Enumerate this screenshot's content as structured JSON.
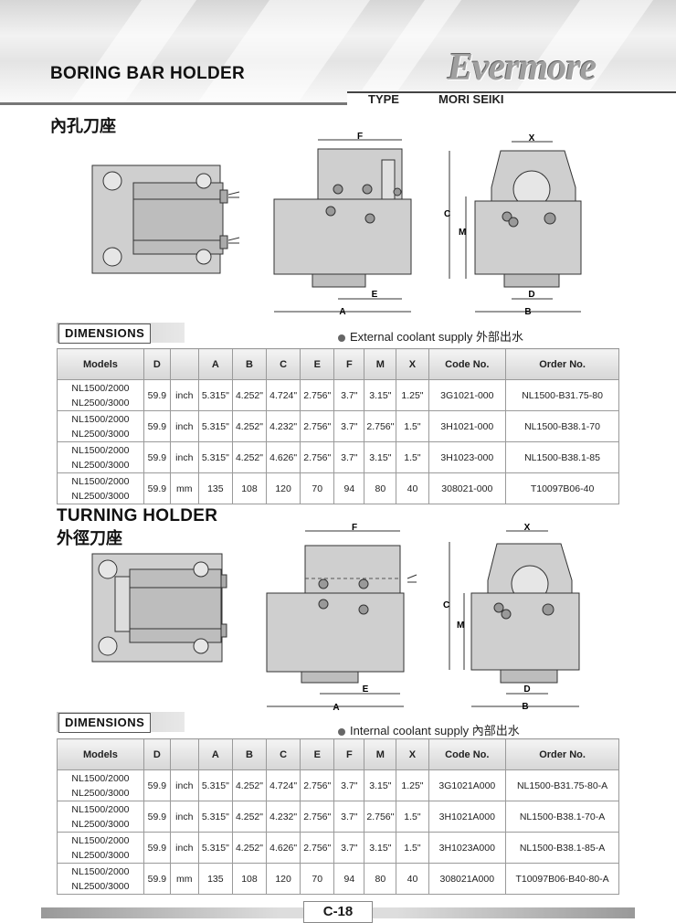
{
  "header": {
    "title": "BORING BAR HOLDER",
    "logo": "Evermore",
    "type_label": "TYPE",
    "type_value": "MORI SEIKI"
  },
  "section1": {
    "chinese_title": "內孔刀座",
    "dimensions_label": "DIMENSIONS",
    "coolant": "External coolant supply 外部出水",
    "columns": [
      "Models",
      "D",
      "",
      "A",
      "B",
      "C",
      "E",
      "F",
      "M",
      "X",
      "Code No.",
      "Order No."
    ],
    "rows": [
      {
        "m1": "NL1500/2000",
        "m2": "NL2500/3000",
        "d": "59.9",
        "unit": "inch",
        "a": "5.315\"",
        "b": "4.252\"",
        "c": "4.724\"",
        "e": "2.756\"",
        "f": "3.7\"",
        "mm": "3.15\"",
        "x": "1.25\"",
        "code": "3G1021-000",
        "order": "NL1500-B31.75-80"
      },
      {
        "m1": "NL1500/2000",
        "m2": "NL2500/3000",
        "d": "59.9",
        "unit": "inch",
        "a": "5.315\"",
        "b": "4.252\"",
        "c": "4.232\"",
        "e": "2.756\"",
        "f": "3.7\"",
        "mm": "2.756\"",
        "x": "1.5\"",
        "code": "3H1021-000",
        "order": "NL1500-B38.1-70"
      },
      {
        "m1": "NL1500/2000",
        "m2": "NL2500/3000",
        "d": "59.9",
        "unit": "inch",
        "a": "5.315\"",
        "b": "4.252\"",
        "c": "4.626\"",
        "e": "2.756\"",
        "f": "3.7\"",
        "mm": "3.15\"",
        "x": "1.5\"",
        "code": "3H1023-000",
        "order": "NL1500-B38.1-85"
      },
      {
        "m1": "NL1500/2000",
        "m2": "NL2500/3000",
        "d": "59.9",
        "unit": "mm",
        "a": "135",
        "b": "108",
        "c": "120",
        "e": "70",
        "f": "94",
        "mm": "80",
        "x": "40",
        "code": "308021-000",
        "order": "T10097B06-40"
      }
    ]
  },
  "section2": {
    "title": "TURNING HOLDER",
    "chinese_title": "外徑刀座",
    "dimensions_label": "DIMENSIONS",
    "coolant": "Internal coolant supply 內部出水",
    "columns": [
      "Models",
      "D",
      "",
      "A",
      "B",
      "C",
      "E",
      "F",
      "M",
      "X",
      "Code No.",
      "Order No."
    ],
    "rows": [
      {
        "m1": "NL1500/2000",
        "m2": "NL2500/3000",
        "d": "59.9",
        "unit": "inch",
        "a": "5.315\"",
        "b": "4.252\"",
        "c": "4.724\"",
        "e": "2.756\"",
        "f": "3.7\"",
        "mm": "3.15\"",
        "x": "1.25\"",
        "code": "3G1021A000",
        "order": "NL1500-B31.75-80-A"
      },
      {
        "m1": "NL1500/2000",
        "m2": "NL2500/3000",
        "d": "59.9",
        "unit": "inch",
        "a": "5.315\"",
        "b": "4.252\"",
        "c": "4.232\"",
        "e": "2.756\"",
        "f": "3.7\"",
        "mm": "2.756\"",
        "x": "1.5\"",
        "code": "3H1021A000",
        "order": "NL1500-B38.1-70-A"
      },
      {
        "m1": "NL1500/2000",
        "m2": "NL2500/3000",
        "d": "59.9",
        "unit": "inch",
        "a": "5.315\"",
        "b": "4.252\"",
        "c": "4.626\"",
        "e": "2.756\"",
        "f": "3.7\"",
        "mm": "3.15\"",
        "x": "1.5\"",
        "code": "3H1023A000",
        "order": "NL1500-B38.1-85-A"
      },
      {
        "m1": "NL1500/2000",
        "m2": "NL2500/3000",
        "d": "59.9",
        "unit": "mm",
        "a": "135",
        "b": "108",
        "c": "120",
        "e": "70",
        "f": "94",
        "mm": "80",
        "x": "40",
        "code": "308021A000",
        "order": "T10097B06-B40-80-A"
      }
    ]
  },
  "drawing_labels": {
    "f": "F",
    "e": "E",
    "a": "A",
    "c": "C",
    "m": "M",
    "x": "X",
    "d": "D",
    "b": "B"
  },
  "footer": {
    "page": "C-18"
  }
}
